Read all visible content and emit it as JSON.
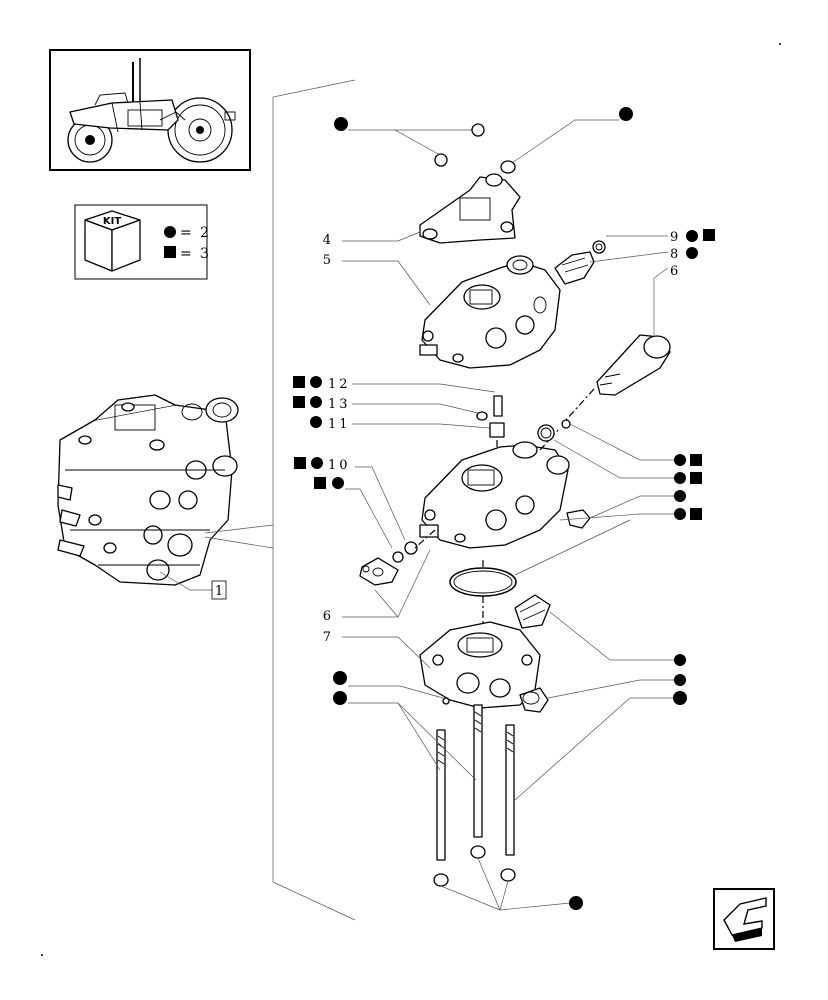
{
  "kit_legend": {
    "kit_label": "KIT",
    "dot_equals": "= 2",
    "square_equals": "= 3"
  },
  "callouts": {
    "c1": "1",
    "c4": "4",
    "c5": "5",
    "c6a": "6",
    "c6b": "6",
    "c7": "7",
    "c8": "8",
    "c9": "9",
    "c10": "10",
    "c11": "11",
    "c12": "12",
    "c13": "13"
  },
  "icons": {
    "kit": "kit-box-icon",
    "tractor": "tractor-thumbnail",
    "next": "next-page-arrow-icon"
  },
  "colors": {
    "ink": "#000000",
    "paper": "#ffffff"
  }
}
